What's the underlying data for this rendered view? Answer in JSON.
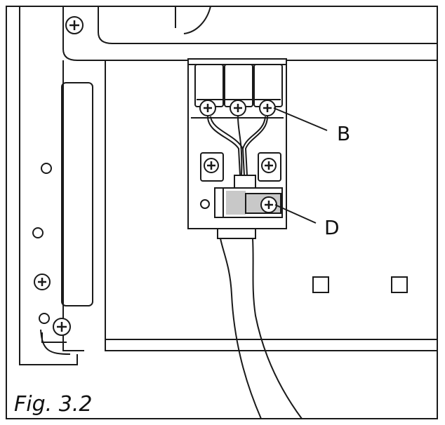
{
  "figure": {
    "caption": "Fig. 3.2",
    "callouts": {
      "b": "B",
      "d": "D"
    }
  },
  "colors": {
    "line": "#1a1a1a",
    "clamp_fill": "#c8c8c8",
    "background": "#ffffff"
  }
}
